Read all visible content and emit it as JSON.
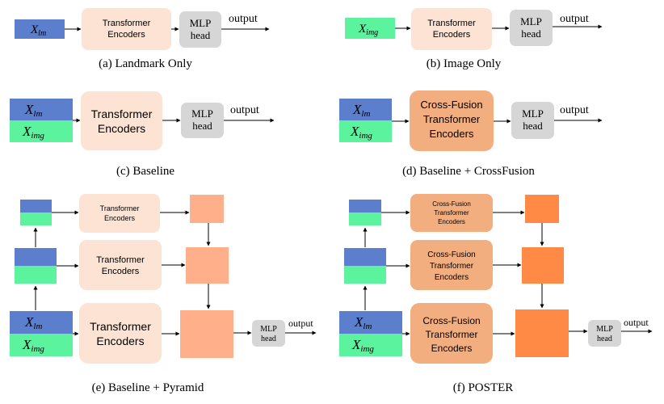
{
  "colors": {
    "landmark": "#5B7FCC",
    "image": "#5CF39E",
    "encoder_light": "#FCE3D4",
    "encoder_fusion": "#F3AE80",
    "mlp": "#D6D6D6",
    "pyr_light": "#FFB08A",
    "pyr_dark": "#FF8A45",
    "line": "#000000"
  },
  "labels": {
    "x_lm_base": "X",
    "x_lm_sub": "lm",
    "x_img_base": "X",
    "x_img_sub": "img",
    "encoder_1": "Transformer",
    "encoder_2": "Encoders",
    "fusion_1": "Cross-Fusion",
    "fusion_2": "Transformer",
    "fusion_3": "Encoders",
    "mlp_1": "MLP",
    "mlp_2": "head",
    "output": "output"
  },
  "captions": {
    "a": "(a) Landmark Only",
    "b": "(b) Image Only",
    "c": "(c) Baseline",
    "d": "(d) Baseline + CrossFusion",
    "e": "(e) Baseline + Pyramid",
    "f": "(f) POSTER"
  }
}
